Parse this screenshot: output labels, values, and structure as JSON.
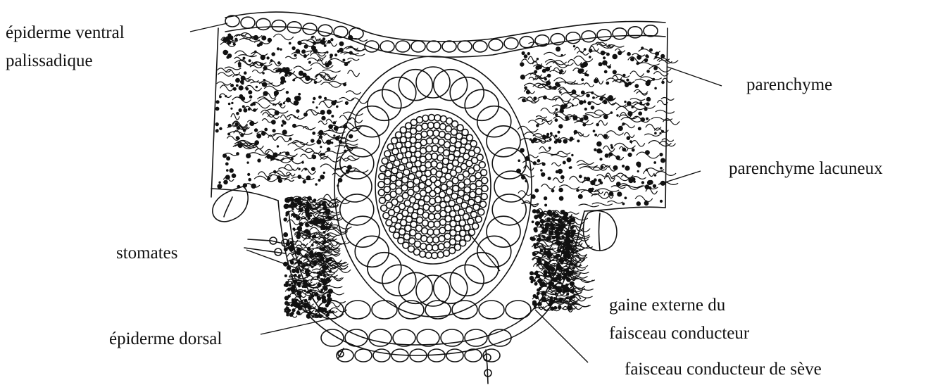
{
  "labels": {
    "epiderme_ventral": "épiderme ventral",
    "palissadique": "palissadique",
    "parenchyme": "parenchyme",
    "parenchyme_lacuneux": "parenchyme lacuneux",
    "stomates": "stomates",
    "gaine_line1": "gaine externe du",
    "gaine_line2": "faisceau conducteur",
    "epiderme_dorsal": "épiderme dorsal",
    "faisceau_seve": "faisceau conducteur de sève"
  },
  "colors": {
    "ink": "#111111",
    "background": "#ffffff"
  }
}
